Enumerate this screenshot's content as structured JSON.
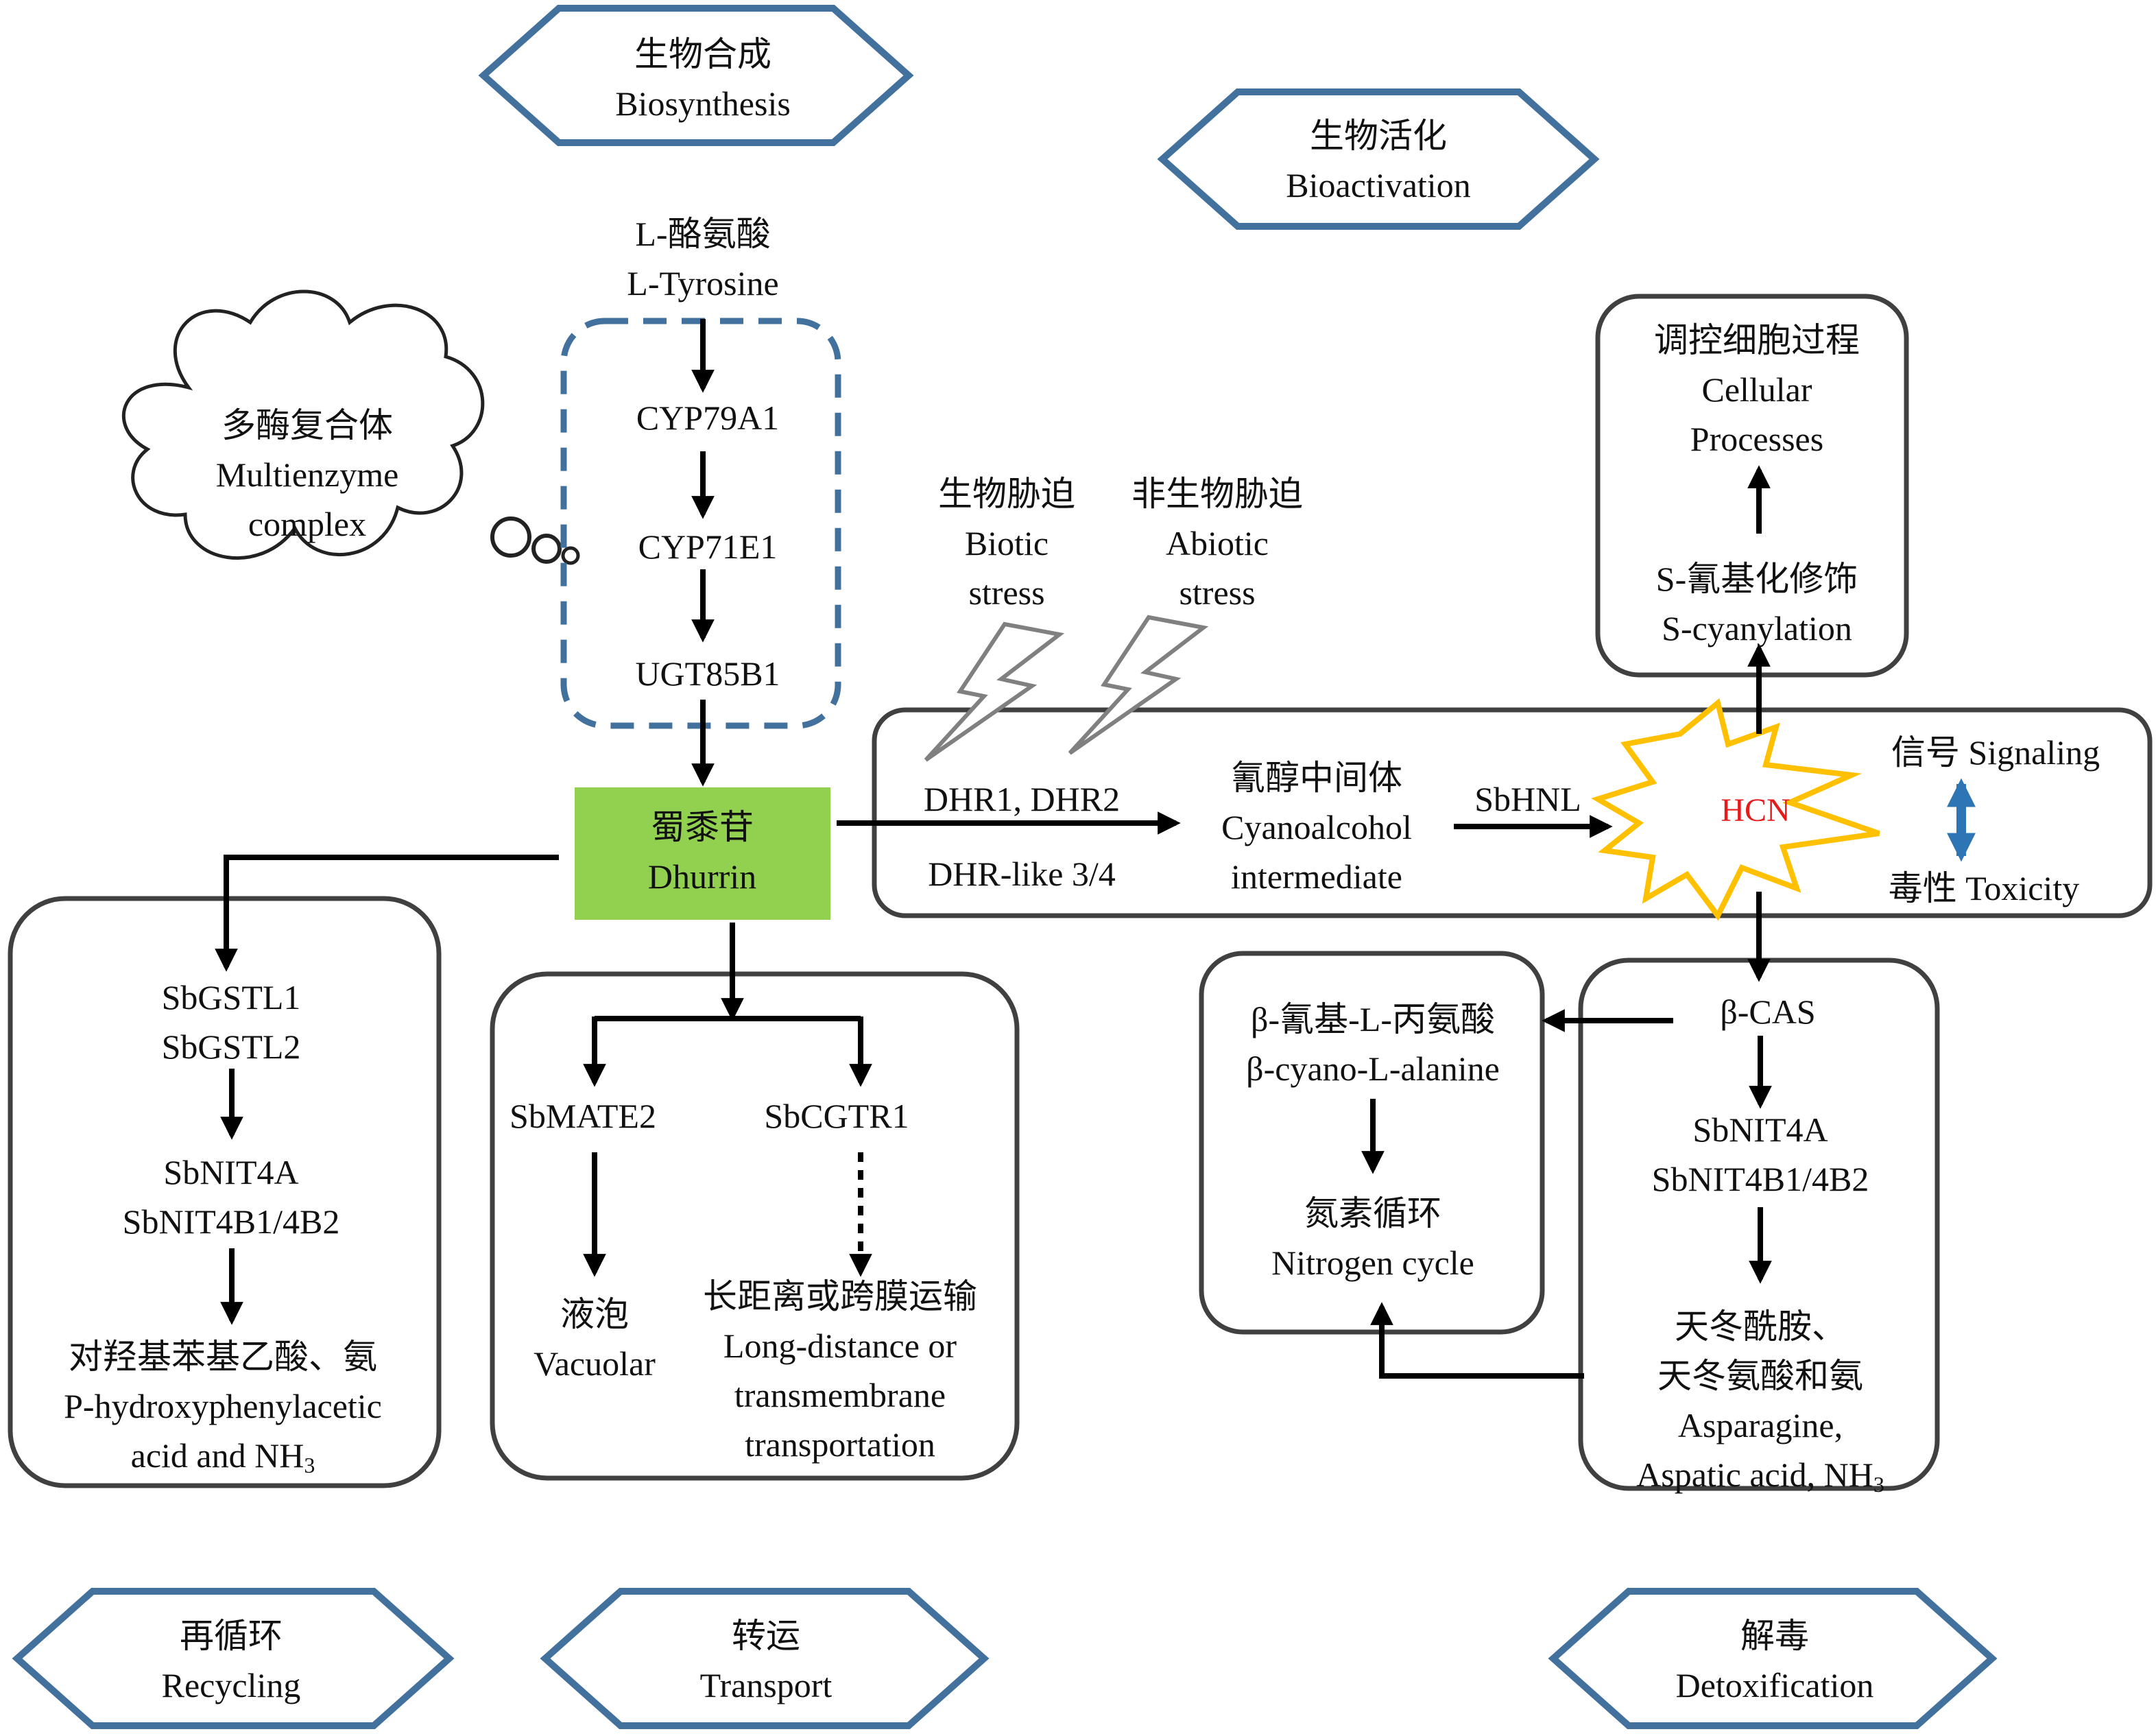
{
  "hexagons": {
    "biosynthesis": {
      "zh": "生物合成",
      "en": "Biosynthesis"
    },
    "bioactivation": {
      "zh": "生物活化",
      "en": "Bioactivation"
    },
    "recycling": {
      "zh": "再循环",
      "en": "Recycling"
    },
    "transport": {
      "zh": "转运",
      "en": "Transport"
    },
    "detoxification": {
      "zh": "解毒",
      "en": "Detoxification"
    }
  },
  "biosynthesis_path": {
    "substrate": {
      "zh": "L-酪氨酸",
      "en": "L-Tyrosine"
    },
    "enzymes": [
      "CYP79A1",
      "CYP71E1",
      "UGT85B1"
    ],
    "complex": {
      "zh": "多酶复合体",
      "en1": "Multienzyme",
      "en2": "complex"
    }
  },
  "dhurrin": {
    "zh": "蜀黍苷",
    "en": "Dhurrin"
  },
  "stress": {
    "biotic": {
      "zh": "生物胁迫",
      "en1": "Biotic",
      "en2": "stress"
    },
    "abiotic": {
      "zh": "非生物胁迫",
      "en1": "Abiotic",
      "en2": "stress"
    }
  },
  "bioactivation_path": {
    "enzymes1": "DHR1, DHR2",
    "enzymes2": "DHR-like 3/4",
    "intermediate": {
      "zh": "氰醇中间体",
      "en1": "Cyanoalcohol",
      "en2": "intermediate"
    },
    "hnl": "SbHNL",
    "hcn": "HCN",
    "signaling": "信号 Signaling",
    "toxicity": "毒性 Toxicity"
  },
  "cellular": {
    "zh": "调控细胞过程",
    "en1": "Cellular",
    "en2": "Processes",
    "mod_zh": "S-氰基化修饰",
    "mod_en": "S-cyanylation"
  },
  "recycling_path": {
    "gst1": "SbGSTL1",
    "gst2": "SbGSTL2",
    "nit1": "SbNIT4A",
    "nit2": "SbNIT4B1/4B2",
    "product_zh": "对羟基苯基乙酸、氨",
    "product_en1": "P-hydroxyphenylacetic",
    "product_en2_pre": "acid and NH",
    "product_en2_sub": "3"
  },
  "transport_path": {
    "mate": "SbMATE2",
    "cgtr": "SbCGTR1",
    "vac_zh": "液泡",
    "vac_en": "Vacuolar",
    "long_zh": "长距离或跨膜运输",
    "long_en1": "Long-distance or",
    "long_en2": "transmembrane",
    "long_en3": "transportation"
  },
  "detox_path": {
    "cas": "β-CAS",
    "nit1": "SbNIT4A",
    "nit2": "SbNIT4B1/4B2",
    "prod_zh1": "天冬酰胺、",
    "prod_zh2": "天冬氨酸和氨",
    "prod_en1": "Asparagine,",
    "prod_en2_pre": "Aspatic acid, NH",
    "prod_en2_sub": "3",
    "cyano_zh": "β-氰基-L-丙氨酸",
    "cyano_en": "β-cyano-L-alanine",
    "nitro_zh": "氮素循环",
    "nitro_en": "Nitrogen cycle"
  },
  "colors": {
    "hexagon_stroke": "#41719c",
    "dashed_box": "#41719c",
    "dhurrin_fill": "#92d050",
    "hcn_burst_stroke": "#ffc000",
    "hcn_text": "#e41a1c",
    "double_arrow": "#2e75b6",
    "box_stroke": "#404040",
    "lightning": "#808080"
  }
}
